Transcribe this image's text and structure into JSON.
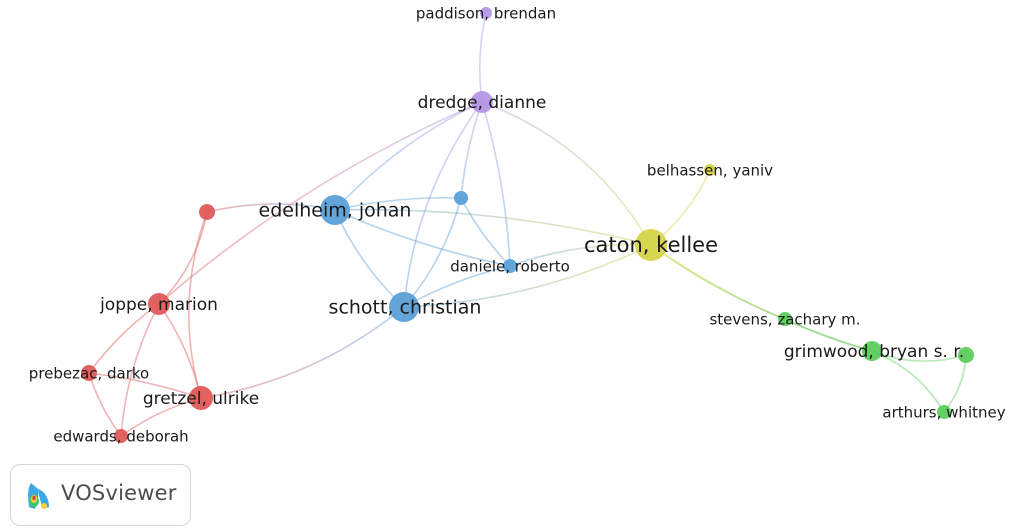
{
  "network": {
    "colors": {
      "red": "#e05a5a",
      "blue": "#5aa0d8",
      "yellow": "#d6d44a",
      "green": "#5ccc5c",
      "purple": "#b596e6"
    },
    "nodes": [
      {
        "id": "paddison",
        "label": "paddison, brendan",
        "cluster": "purple"
      },
      {
        "id": "dredge",
        "label": "dredge, dianne",
        "cluster": "purple"
      },
      {
        "id": "belhassen",
        "label": "belhassen, yaniv",
        "cluster": "yellow"
      },
      {
        "id": "caton",
        "label": "caton, kellee",
        "cluster": "yellow"
      },
      {
        "id": "edelheim",
        "label": "edelheim, johan",
        "cluster": "blue"
      },
      {
        "id": "blue_small",
        "label": "",
        "cluster": "blue"
      },
      {
        "id": "daniele",
        "label": "daniele, roberto",
        "cluster": "blue"
      },
      {
        "id": "schott",
        "label": "schott, christian",
        "cluster": "blue"
      },
      {
        "id": "red_small",
        "label": "",
        "cluster": "red"
      },
      {
        "id": "joppe",
        "label": "joppe, marion",
        "cluster": "red"
      },
      {
        "id": "prebezac",
        "label": "prebezac, darko",
        "cluster": "red"
      },
      {
        "id": "gretzel",
        "label": "gretzel, ulrike",
        "cluster": "red"
      },
      {
        "id": "edwards",
        "label": "edwards, deborah",
        "cluster": "red"
      },
      {
        "id": "stevens",
        "label": "stevens, zachary m.",
        "cluster": "green"
      },
      {
        "id": "grimwood",
        "label": "grimwood, bryan s. r.",
        "cluster": "green"
      },
      {
        "id": "green_small",
        "label": "",
        "cluster": "green"
      },
      {
        "id": "arthurs",
        "label": "arthurs, whitney",
        "cluster": "green"
      }
    ],
    "edges": [
      [
        "paddison",
        "dredge"
      ],
      [
        "dredge",
        "caton"
      ],
      [
        "dredge",
        "edelheim"
      ],
      [
        "dredge",
        "schott"
      ],
      [
        "dredge",
        "blue_small"
      ],
      [
        "dredge",
        "daniele"
      ],
      [
        "dredge",
        "joppe"
      ],
      [
        "belhassen",
        "caton"
      ],
      [
        "caton",
        "edelheim"
      ],
      [
        "caton",
        "schott"
      ],
      [
        "caton",
        "daniele"
      ],
      [
        "caton",
        "stevens"
      ],
      [
        "caton",
        "grimwood"
      ],
      [
        "edelheim",
        "schott"
      ],
      [
        "edelheim",
        "blue_small"
      ],
      [
        "edelheim",
        "daniele"
      ],
      [
        "edelheim",
        "red_small"
      ],
      [
        "blue_small",
        "schott"
      ],
      [
        "blue_small",
        "daniele"
      ],
      [
        "schott",
        "daniele"
      ],
      [
        "schott",
        "gretzel"
      ],
      [
        "red_small",
        "joppe"
      ],
      [
        "red_small",
        "gretzel"
      ],
      [
        "joppe",
        "prebezac"
      ],
      [
        "joppe",
        "gretzel"
      ],
      [
        "joppe",
        "edwards"
      ],
      [
        "prebezac",
        "gretzel"
      ],
      [
        "prebezac",
        "edwards"
      ],
      [
        "gretzel",
        "edwards"
      ],
      [
        "stevens",
        "grimwood"
      ],
      [
        "grimwood",
        "green_small"
      ],
      [
        "grimwood",
        "arthurs"
      ],
      [
        "green_small",
        "arthurs"
      ]
    ]
  },
  "logo": {
    "text": "VOSviewer",
    "icon": "vosviewer-logo-icon"
  }
}
